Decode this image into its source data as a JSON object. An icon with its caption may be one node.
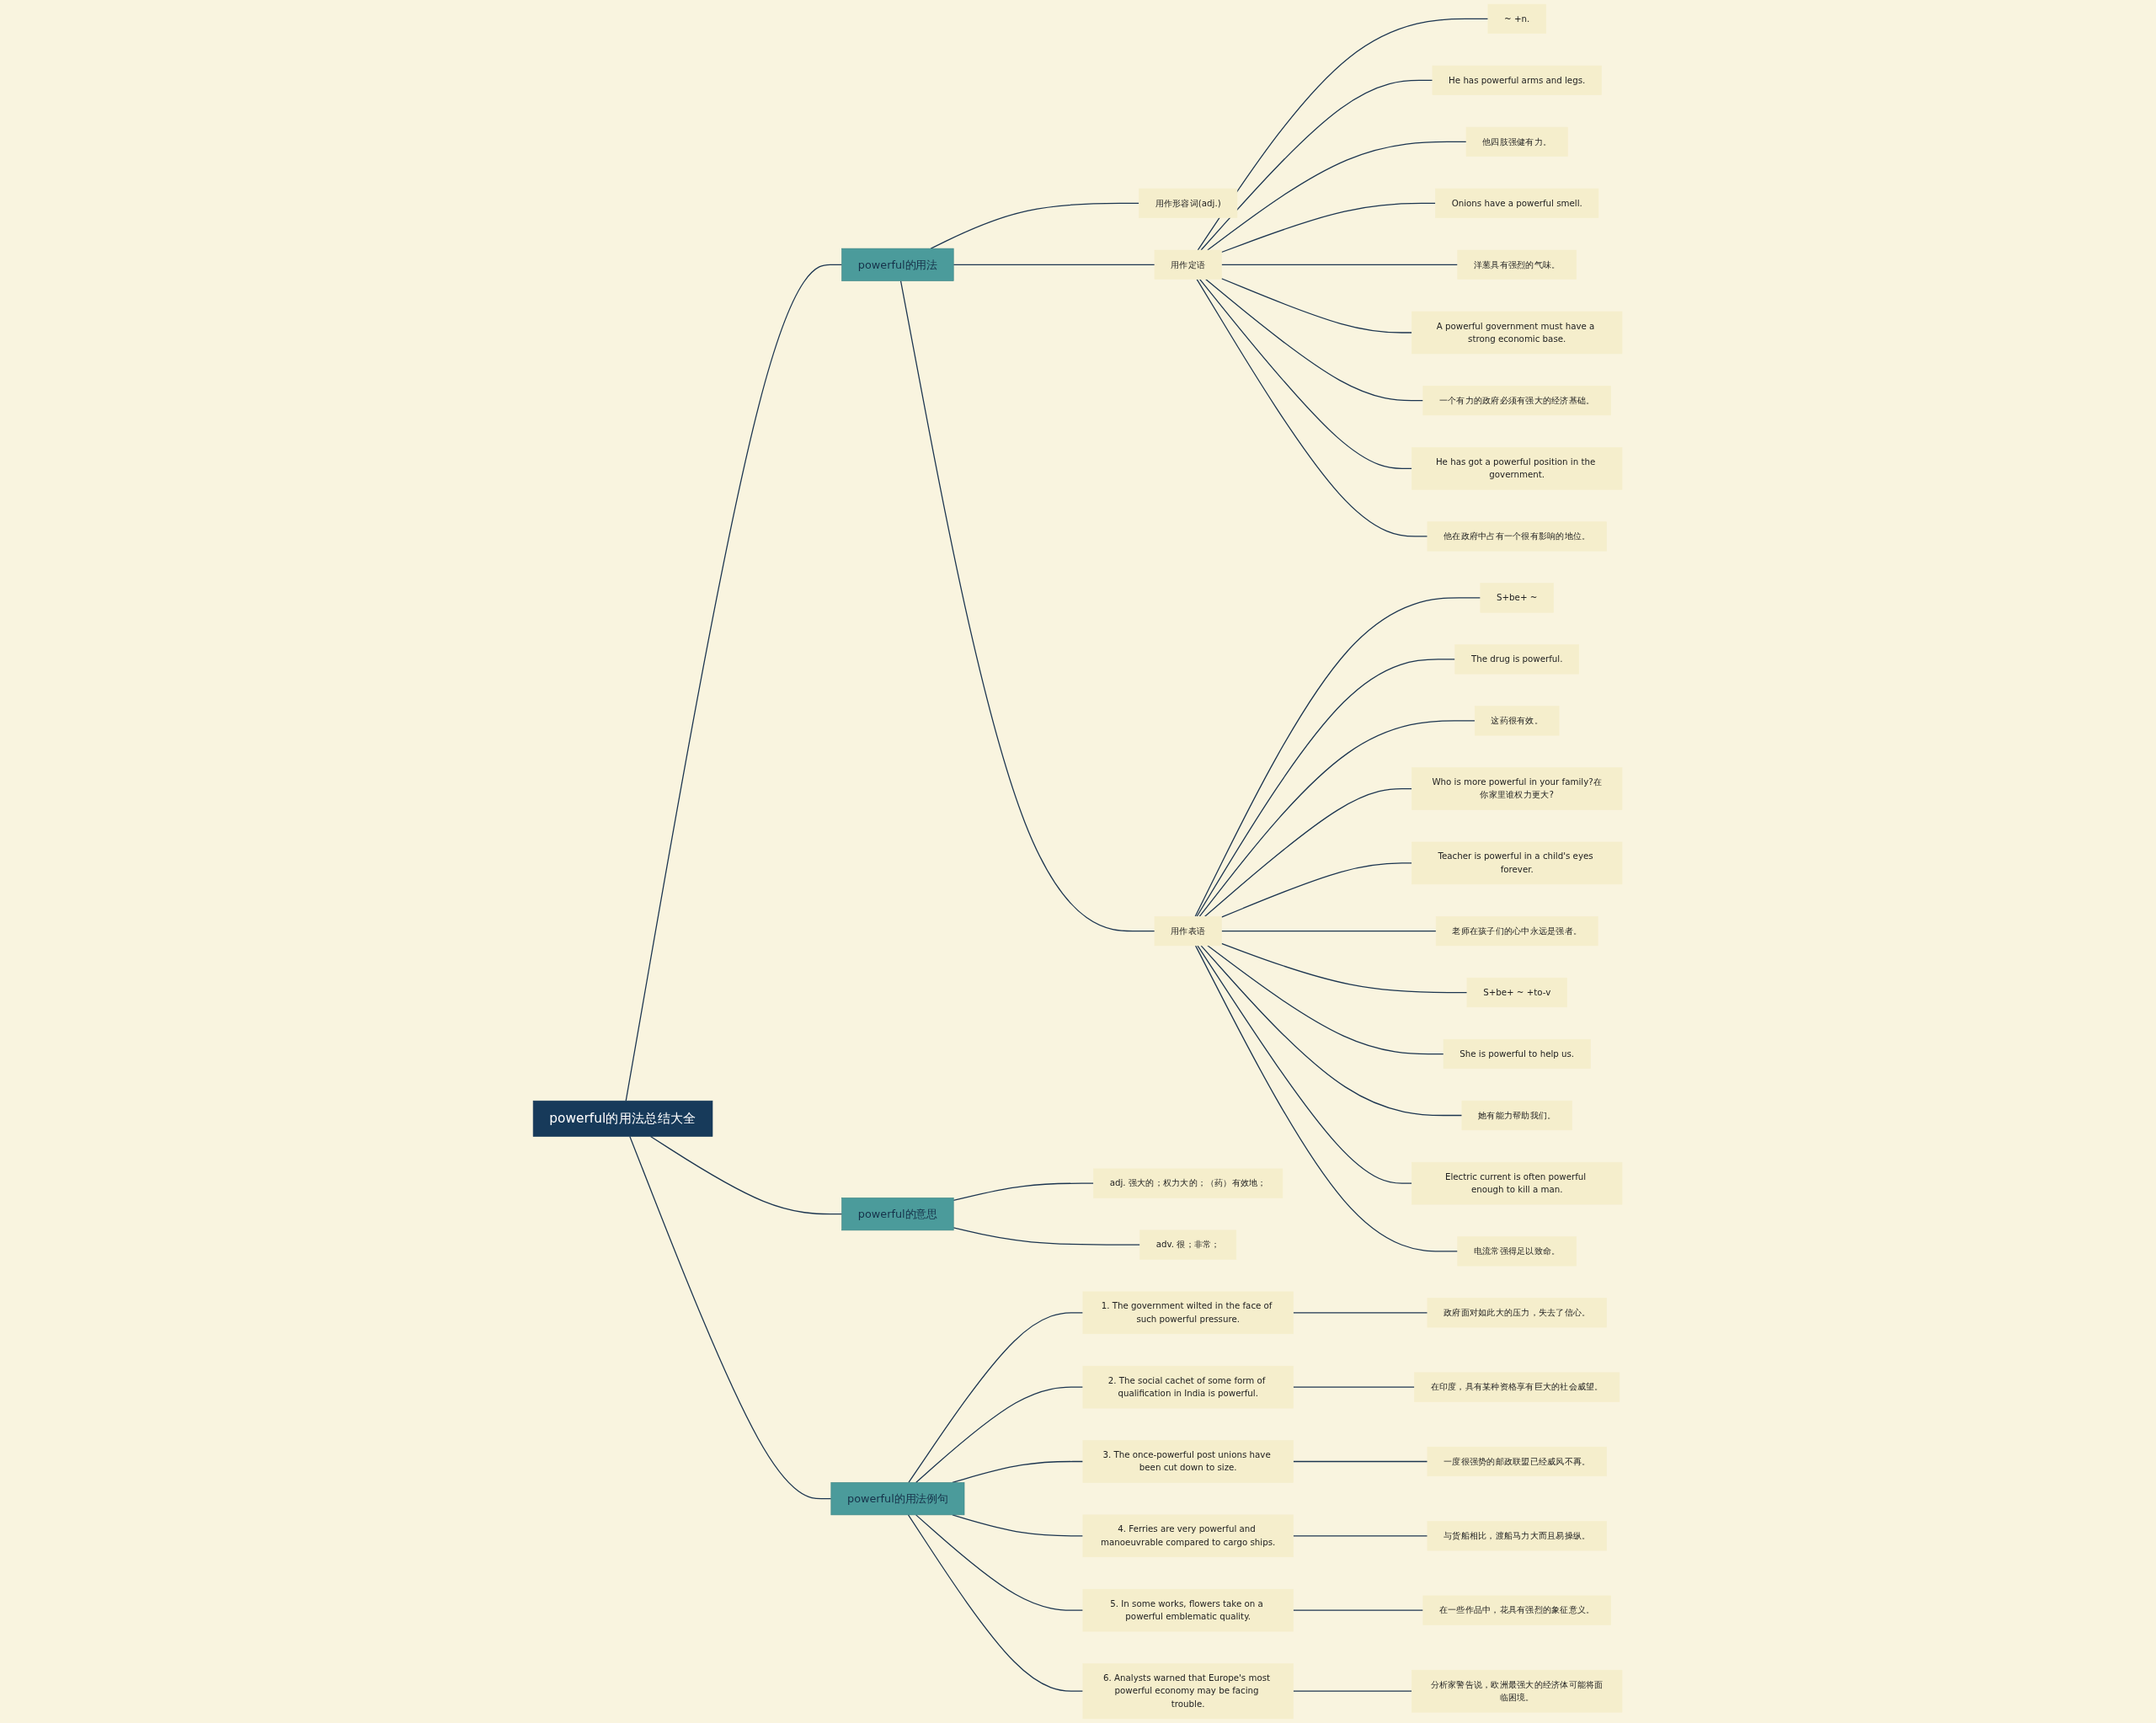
{
  "diagram": {
    "nodes": [
      {
        "text": [
          "powerful的用法总结大全"
        ]
      },
      {
        "text": [
          "powerful的用法"
        ]
      },
      {
        "text": [
          "用作形容词(adj.)"
        ]
      },
      {
        "text": [
          "用作定语"
        ]
      },
      {
        "text": [
          "~ +n."
        ]
      },
      {
        "text": [
          "He has powerful arms and legs."
        ]
      },
      {
        "text": [
          "他四肢强健有力。"
        ]
      },
      {
        "text": [
          "Onions have a powerful smell."
        ]
      },
      {
        "text": [
          "洋葱具有强烈的气味。"
        ]
      },
      {
        "text": [
          "A powerful government must have a strong economic base."
        ]
      },
      {
        "text": [
          "一个有力的政府必须有强大的经济基础。"
        ]
      },
      {
        "text": [
          "He has got a powerful position in the government."
        ]
      },
      {
        "text": [
          "他在政府中占有一个很有影响的地位。"
        ]
      },
      {
        "text": [
          "用作表语"
        ]
      },
      {
        "text": [
          "S+be+ ~"
        ]
      },
      {
        "text": [
          "The drug is powerful."
        ]
      },
      {
        "text": [
          "这药很有效。"
        ]
      },
      {
        "text": [
          "Who is more powerful in your family?在你家里谁权力更大?"
        ]
      },
      {
        "text": [
          "Teacher is powerful in a child's eyes forever."
        ]
      },
      {
        "text": [
          "老师在孩子们的心中永远是强者。"
        ]
      },
      {
        "text": [
          "S+be+ ~ +to-v"
        ]
      },
      {
        "text": [
          "She is powerful to help us."
        ]
      },
      {
        "text": [
          "她有能力帮助我们。"
        ]
      },
      {
        "text": [
          "Electric current is often powerful enough to kill a man."
        ]
      },
      {
        "text": [
          "电流常强得足以致命。"
        ]
      },
      {
        "text": [
          "powerful的意思"
        ]
      },
      {
        "text": [
          "adj. 强大的；权力大的；（药）有效地；"
        ]
      },
      {
        "text": [
          "adv. 很；非常；"
        ]
      },
      {
        "text": [
          "powerful的用法例句"
        ]
      },
      {
        "text": [
          "1. The government wilted in the face of such powerful pressure."
        ]
      },
      {
        "text": [
          "政府面对如此大的压力，失去了信心。"
        ]
      },
      {
        "text": [
          "2. The social cachet of some form of qualification in India is powerful."
        ]
      },
      {
        "text": [
          "在印度，具有某种资格享有巨大的社会威望。"
        ]
      },
      {
        "text": [
          "3. The once-powerful post unions have been cut down to size."
        ]
      },
      {
        "text": [
          "一度很强势的邮政联盟已经威风不再。"
        ]
      },
      {
        "text": [
          "4. Ferries are very powerful and manoeuvrable compared to cargo ships."
        ]
      },
      {
        "text": [
          "与货船相比，渡船马力大而且易操纵。"
        ]
      },
      {
        "text": [
          "5. In some works, flowers take on a powerful emblematic quality."
        ]
      },
      {
        "text": [
          "在一些作品中，花具有强烈的象征意义。"
        ]
      },
      {
        "text": [
          "6. Analysts warned that Europe's most powerful economy may be facing trouble."
        ]
      },
      {
        "text": [
          "分析家警告说，欧洲最强大的经济体可能将面临困境。"
        ]
      }
    ],
    "edges": [
      {
        "from": 0,
        "to": 1,
        "arrow": "none"
      },
      {
        "from": 1,
        "to": 2,
        "arrow": "none"
      },
      {
        "from": 1,
        "to": 3,
        "arrow": "none"
      },
      {
        "from": 3,
        "to": 4,
        "arrow": "none"
      },
      {
        "from": 3,
        "to": 5,
        "arrow": "none"
      },
      {
        "from": 3,
        "to": 6,
        "arrow": "none"
      },
      {
        "from": 3,
        "to": 7,
        "arrow": "none"
      },
      {
        "from": 3,
        "to": 8,
        "arrow": "none"
      },
      {
        "from": 3,
        "to": 9,
        "arrow": "none"
      },
      {
        "from": 3,
        "to": 10,
        "arrow": "none"
      },
      {
        "from": 3,
        "to": 11,
        "arrow": "none"
      },
      {
        "from": 3,
        "to": 12,
        "arrow": "none"
      },
      {
        "from": 1,
        "to": 13,
        "arrow": "none"
      },
      {
        "from": 13,
        "to": 14,
        "arrow": "none"
      },
      {
        "from": 13,
        "to": 15,
        "arrow": "none"
      },
      {
        "from": 13,
        "to": 16,
        "arrow": "none"
      },
      {
        "from": 13,
        "to": 17,
        "arrow": "none"
      },
      {
        "from": 13,
        "to": 18,
        "arrow": "none"
      },
      {
        "from": 13,
        "to": 19,
        "arrow": "none"
      },
      {
        "from": 13,
        "to": 20,
        "arrow": "none"
      },
      {
        "from": 13,
        "to": 21,
        "arrow": "none"
      },
      {
        "from": 13,
        "to": 22,
        "arrow": "none"
      },
      {
        "from": 13,
        "to": 23,
        "arrow": "none"
      },
      {
        "from": 13,
        "to": 24,
        "arrow": "none"
      },
      {
        "from": 0,
        "to": 25,
        "arrow": "none"
      },
      {
        "from": 25,
        "to": 26,
        "arrow": "none"
      },
      {
        "from": 25,
        "to": 27,
        "arrow": "none"
      },
      {
        "from": 0,
        "to": 28,
        "arrow": "none"
      },
      {
        "from": 28,
        "to": 29,
        "arrow": "none"
      },
      {
        "from": 29,
        "to": 30,
        "arrow": "none"
      },
      {
        "from": 28,
        "to": 31,
        "arrow": "none"
      },
      {
        "from": 31,
        "to": 32,
        "arrow": "none"
      },
      {
        "from": 28,
        "to": 33,
        "arrow": "none"
      },
      {
        "from": 33,
        "to": 34,
        "arrow": "none"
      },
      {
        "from": 28,
        "to": 35,
        "arrow": "none"
      },
      {
        "from": 35,
        "to": 36,
        "arrow": "none"
      },
      {
        "from": 28,
        "to": 37,
        "arrow": "none"
      },
      {
        "from": 37,
        "to": 38,
        "arrow": "none"
      },
      {
        "from": 28,
        "to": 39,
        "arrow": "none"
      },
      {
        "from": 39,
        "to": 40,
        "arrow": "none"
      }
    ]
  }
}
